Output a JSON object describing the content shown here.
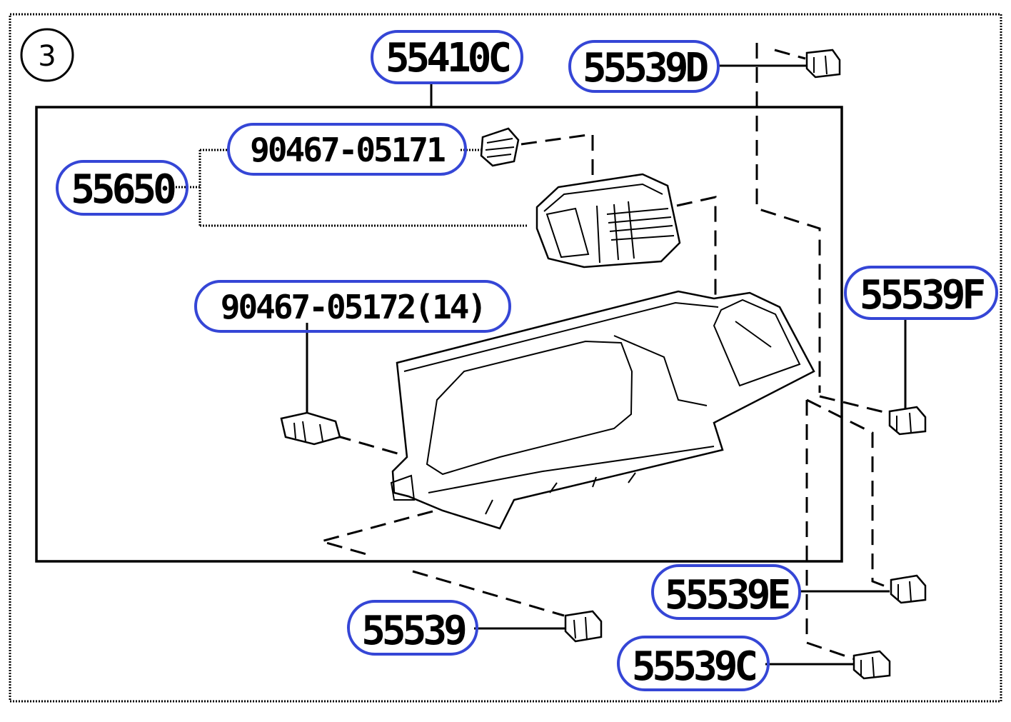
{
  "diagram": {
    "section_number": "3",
    "callouts": {
      "assembly": "55410C",
      "clip_d": "55539D",
      "vent": "55650",
      "screw_top": "90467-05171",
      "screw_main": "90467-05172(14)",
      "clip_f": "55539F",
      "clip_e": "55539E",
      "clip": "55539",
      "clip_c": "55539C"
    },
    "highlight_color": "#3546d6"
  }
}
